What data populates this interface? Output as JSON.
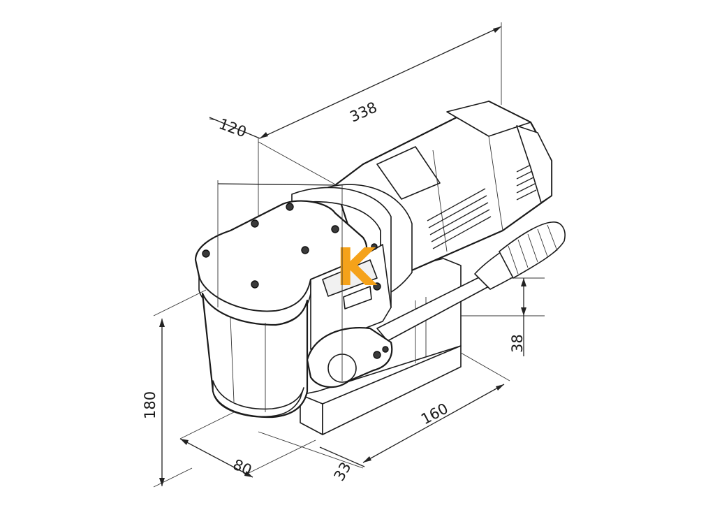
{
  "drawing": {
    "dimensions": {
      "overall_length": "338",
      "head_offset": "120",
      "height": "180",
      "base_width": "80",
      "base_offset": "33",
      "base_length": "160",
      "handle_height": "38"
    },
    "logo_text": "K",
    "colors": {
      "line": "#1a1a1a",
      "logo": "#f5a21a",
      "background": "#ffffff"
    }
  }
}
